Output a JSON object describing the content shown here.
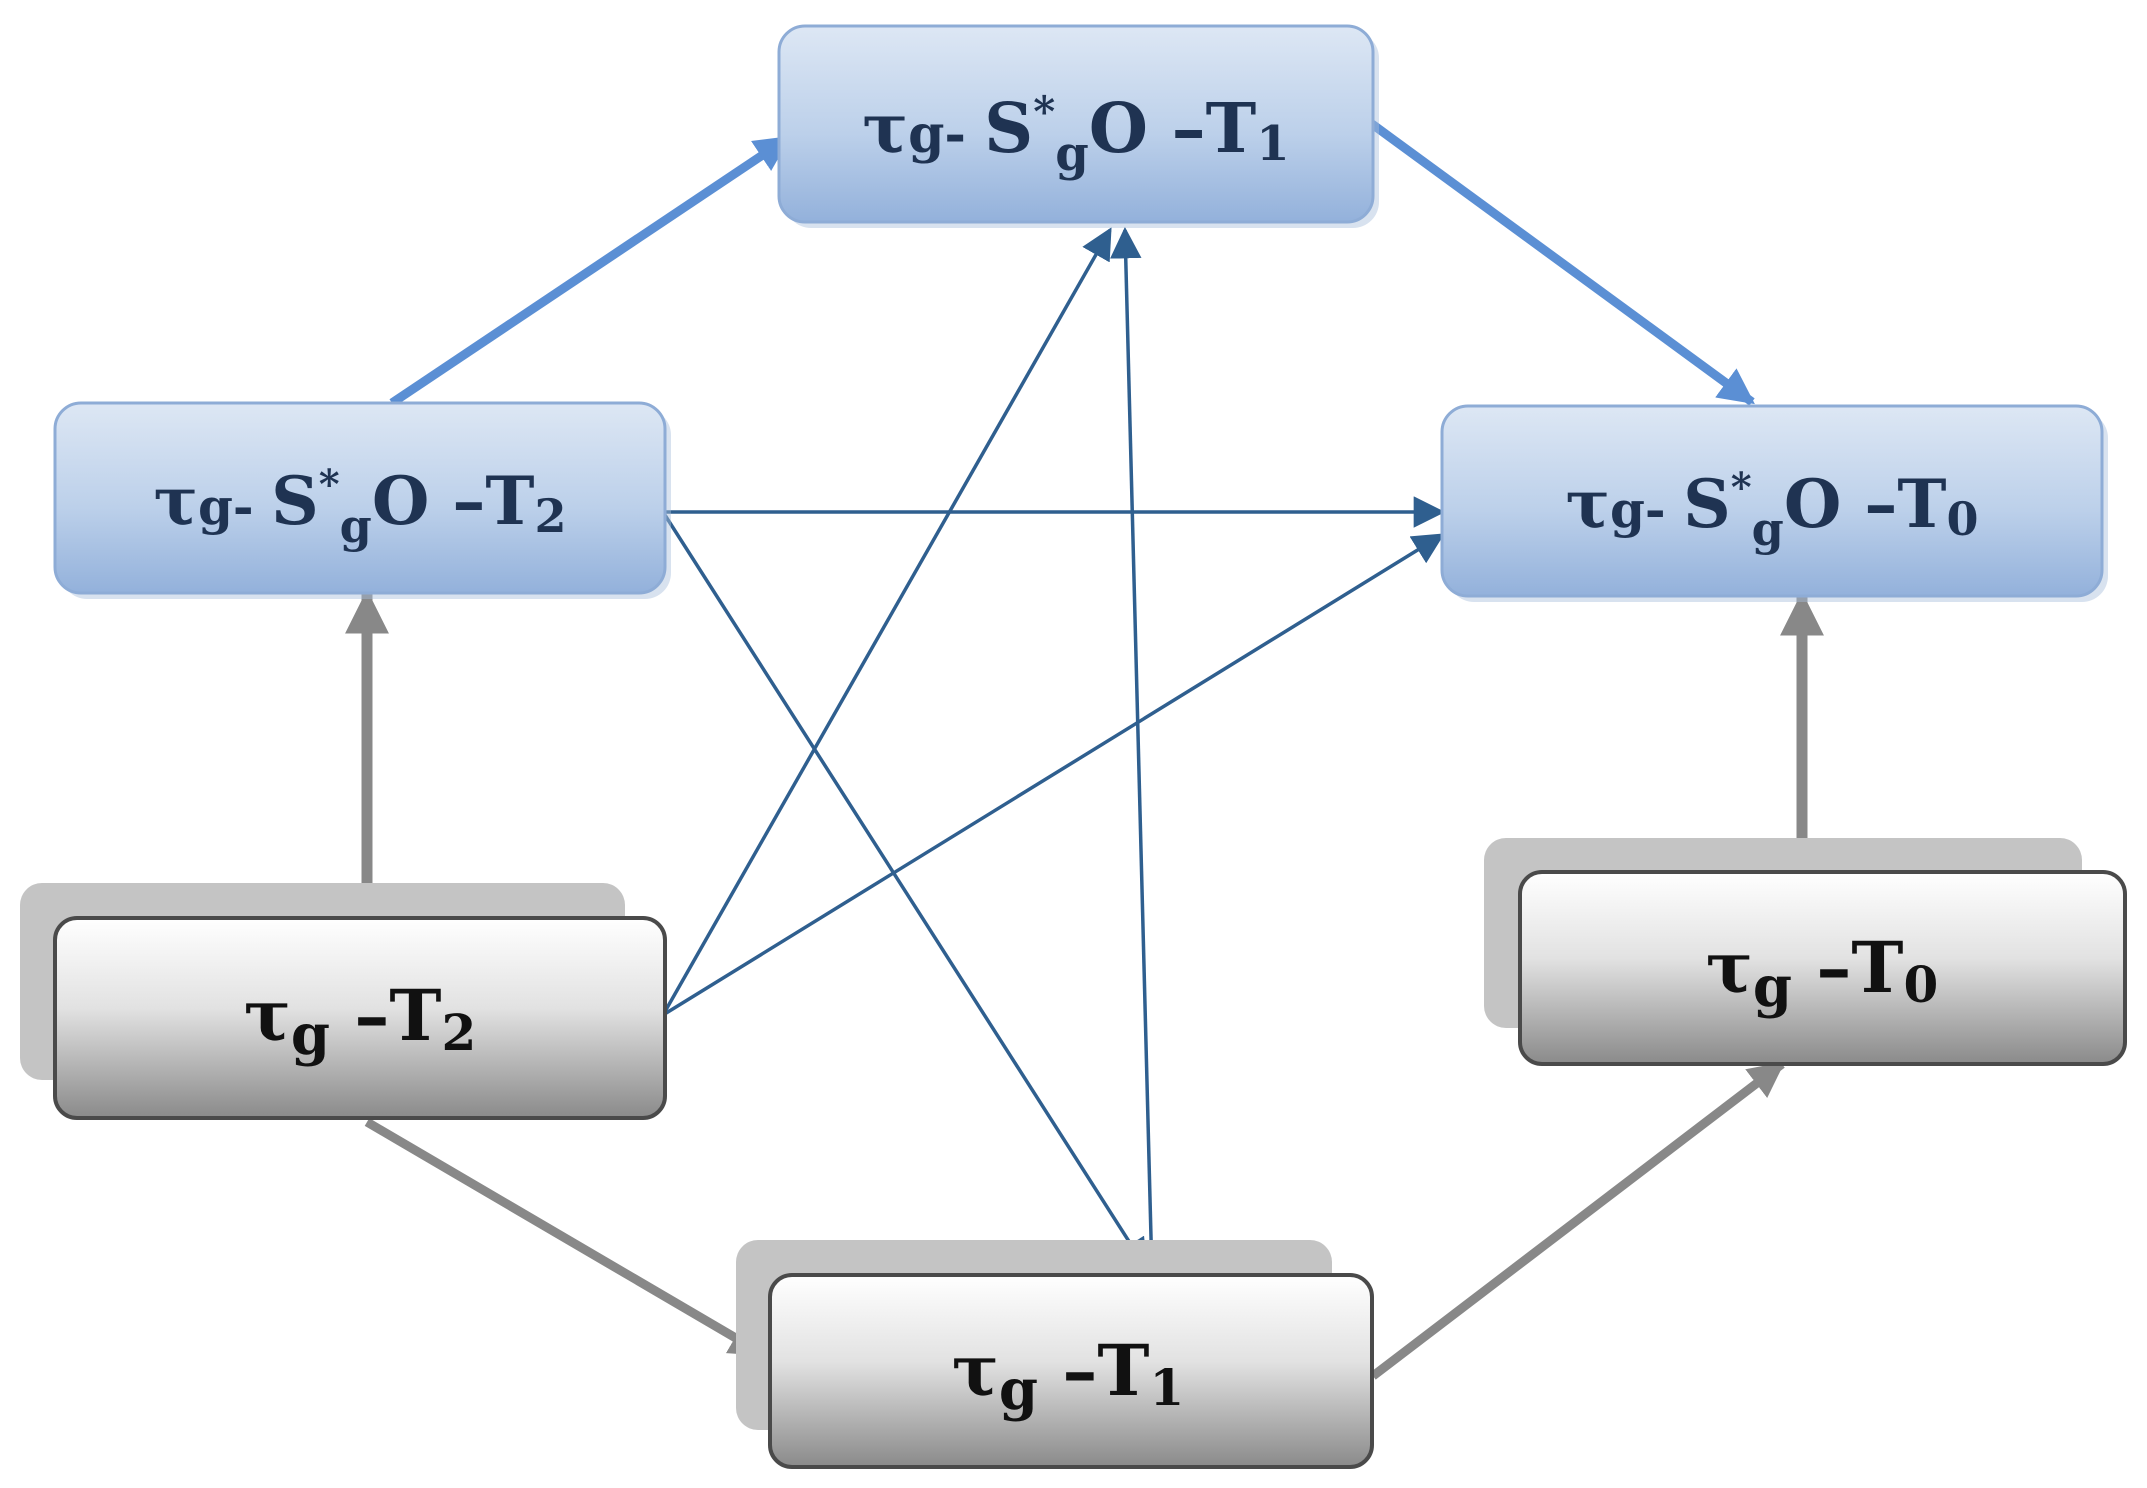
{
  "nodes": {
    "soc_t1": {
      "tau": "τ",
      "g": "g",
      "dash": "- ",
      "S": "S",
      "star": "*",
      "sub_g": "g",
      "O": "O ",
      "minus": "–",
      "T": "T",
      "idx": "1"
    },
    "soc_t2": {
      "tau": "τ",
      "g": "g",
      "dash": "- ",
      "S": "S",
      "star": "*",
      "sub_g": "g",
      "O": "O ",
      "minus": "–",
      "T": "T",
      "idx": "2"
    },
    "soc_t0": {
      "tau": "τ",
      "g": "g",
      "dash": "- ",
      "S": "S",
      "star": "*",
      "sub_g": "g",
      "O": "O ",
      "minus": "–",
      "T": "T",
      "idx": "0"
    },
    "tau_t2": {
      "tau": "τ",
      "g": "g",
      "minus": " –",
      "T": "T",
      "idx": "2"
    },
    "tau_t1": {
      "tau": "τ",
      "g": "g",
      "minus": " –",
      "T": "T",
      "idx": "1"
    },
    "tau_t0": {
      "tau": "τ",
      "g": "g",
      "minus": " –",
      "T": "T",
      "idx": "0"
    }
  },
  "colors": {
    "blue_box_top": "#dce6f4",
    "blue_box_bottom": "#9ab6de",
    "blue_box_stroke": "#8eacd6",
    "grey_box_top": "#ffffff",
    "grey_box_bottom": "#8c8c8c",
    "grey_box_stroke": "#4a4a4a",
    "grey_shadow": "#c4c4c4",
    "text": "#1f3352",
    "text_grey": "#111111",
    "thick_blue_arrow": "#5b8fd4",
    "thin_blue_arrow": "#2f5f8f",
    "grey_arrow": "#888888"
  }
}
